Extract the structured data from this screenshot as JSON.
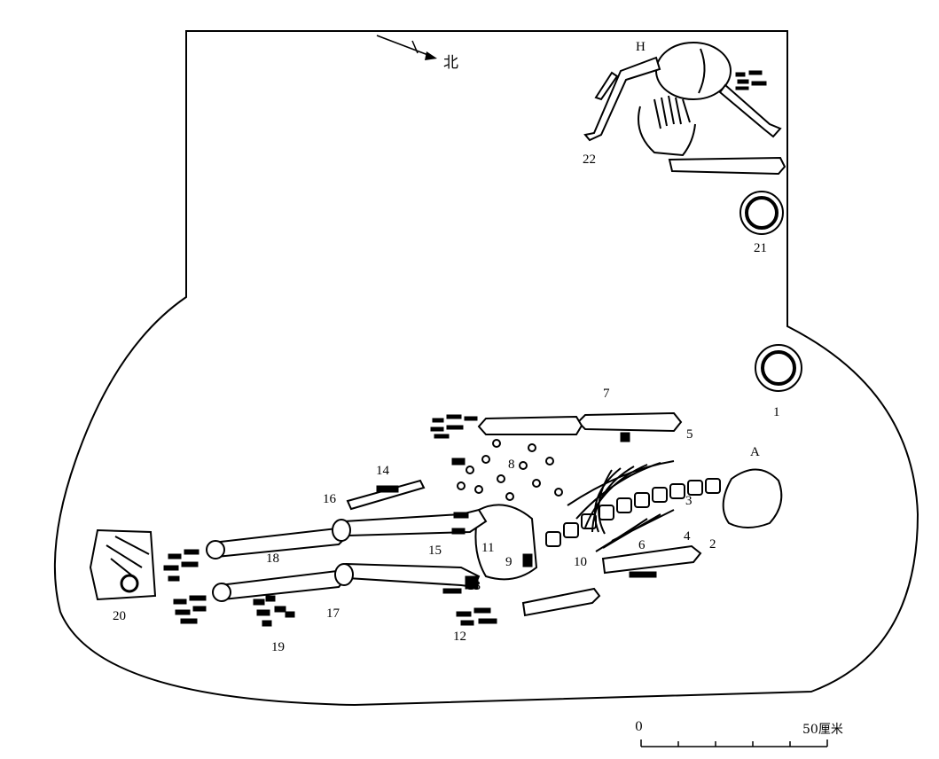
{
  "north": {
    "label": "北"
  },
  "labels": {
    "H": "H",
    "A": "A",
    "n1": "1",
    "n2": "2",
    "n3": "3",
    "n4": "4",
    "n5": "5",
    "n6": "6",
    "n7": "7",
    "n8": "8",
    "n9": "9",
    "n10": "10",
    "n11": "11",
    "n12": "12",
    "n13": "13",
    "n14": "14",
    "n15": "15",
    "n16": "16",
    "n17": "17",
    "n18": "18",
    "n19": "19",
    "n20": "20",
    "n21": "21",
    "n22": "22"
  },
  "scale": {
    "zero": "0",
    "end": "50厘米"
  },
  "colors": {
    "ink": "#000000",
    "paper": "#ffffff"
  }
}
